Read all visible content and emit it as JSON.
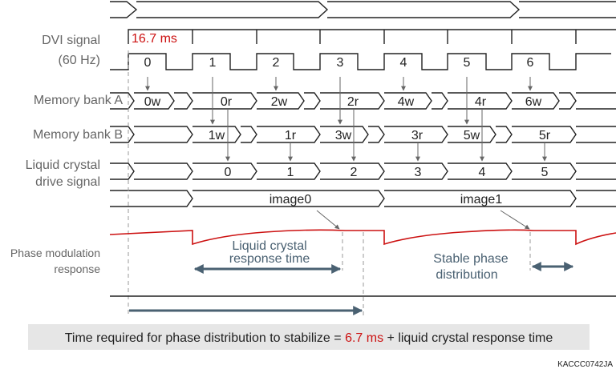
{
  "labels": {
    "dvi_line1": "DVI signal",
    "dvi_line2": "(60 Hz)",
    "bank_a": "Memory bank A",
    "bank_b": "Memory bank B",
    "lc_line1": "Liquid crystal",
    "lc_line2": "drive signal",
    "phase_line1": "Phase modulation",
    "phase_line2": "response"
  },
  "period_label": "16.7 ms",
  "dvi_frames": [
    "0",
    "1",
    "2",
    "3",
    "4",
    "5",
    "6"
  ],
  "bank_a_cells": [
    "0w",
    "0r",
    "2w",
    "2r",
    "4w",
    "4r",
    "6w"
  ],
  "bank_b_cells": [
    "1w",
    "1r",
    "3w",
    "3r",
    "5w",
    "5r"
  ],
  "lc_cells": [
    "0",
    "1",
    "2",
    "3",
    "4",
    "5"
  ],
  "image_labels": [
    "image0",
    "image1"
  ],
  "annotations": {
    "lc_response_line1": "Liquid crystal",
    "lc_response_line2": "response time",
    "stable_line1": "Stable phase",
    "stable_line2": "distribution"
  },
  "footer": {
    "prefix": "Time required for phase distribution to stabilize = ",
    "value": "6.7 ms",
    "suffix": " + liquid crystal response time"
  },
  "code": "KACCC0742JA",
  "colors": {
    "signal": "#222222",
    "grey": "#666666",
    "red": "#cc1111",
    "arrow": "#4a6172",
    "footer_bg": "#e6e6e6"
  }
}
